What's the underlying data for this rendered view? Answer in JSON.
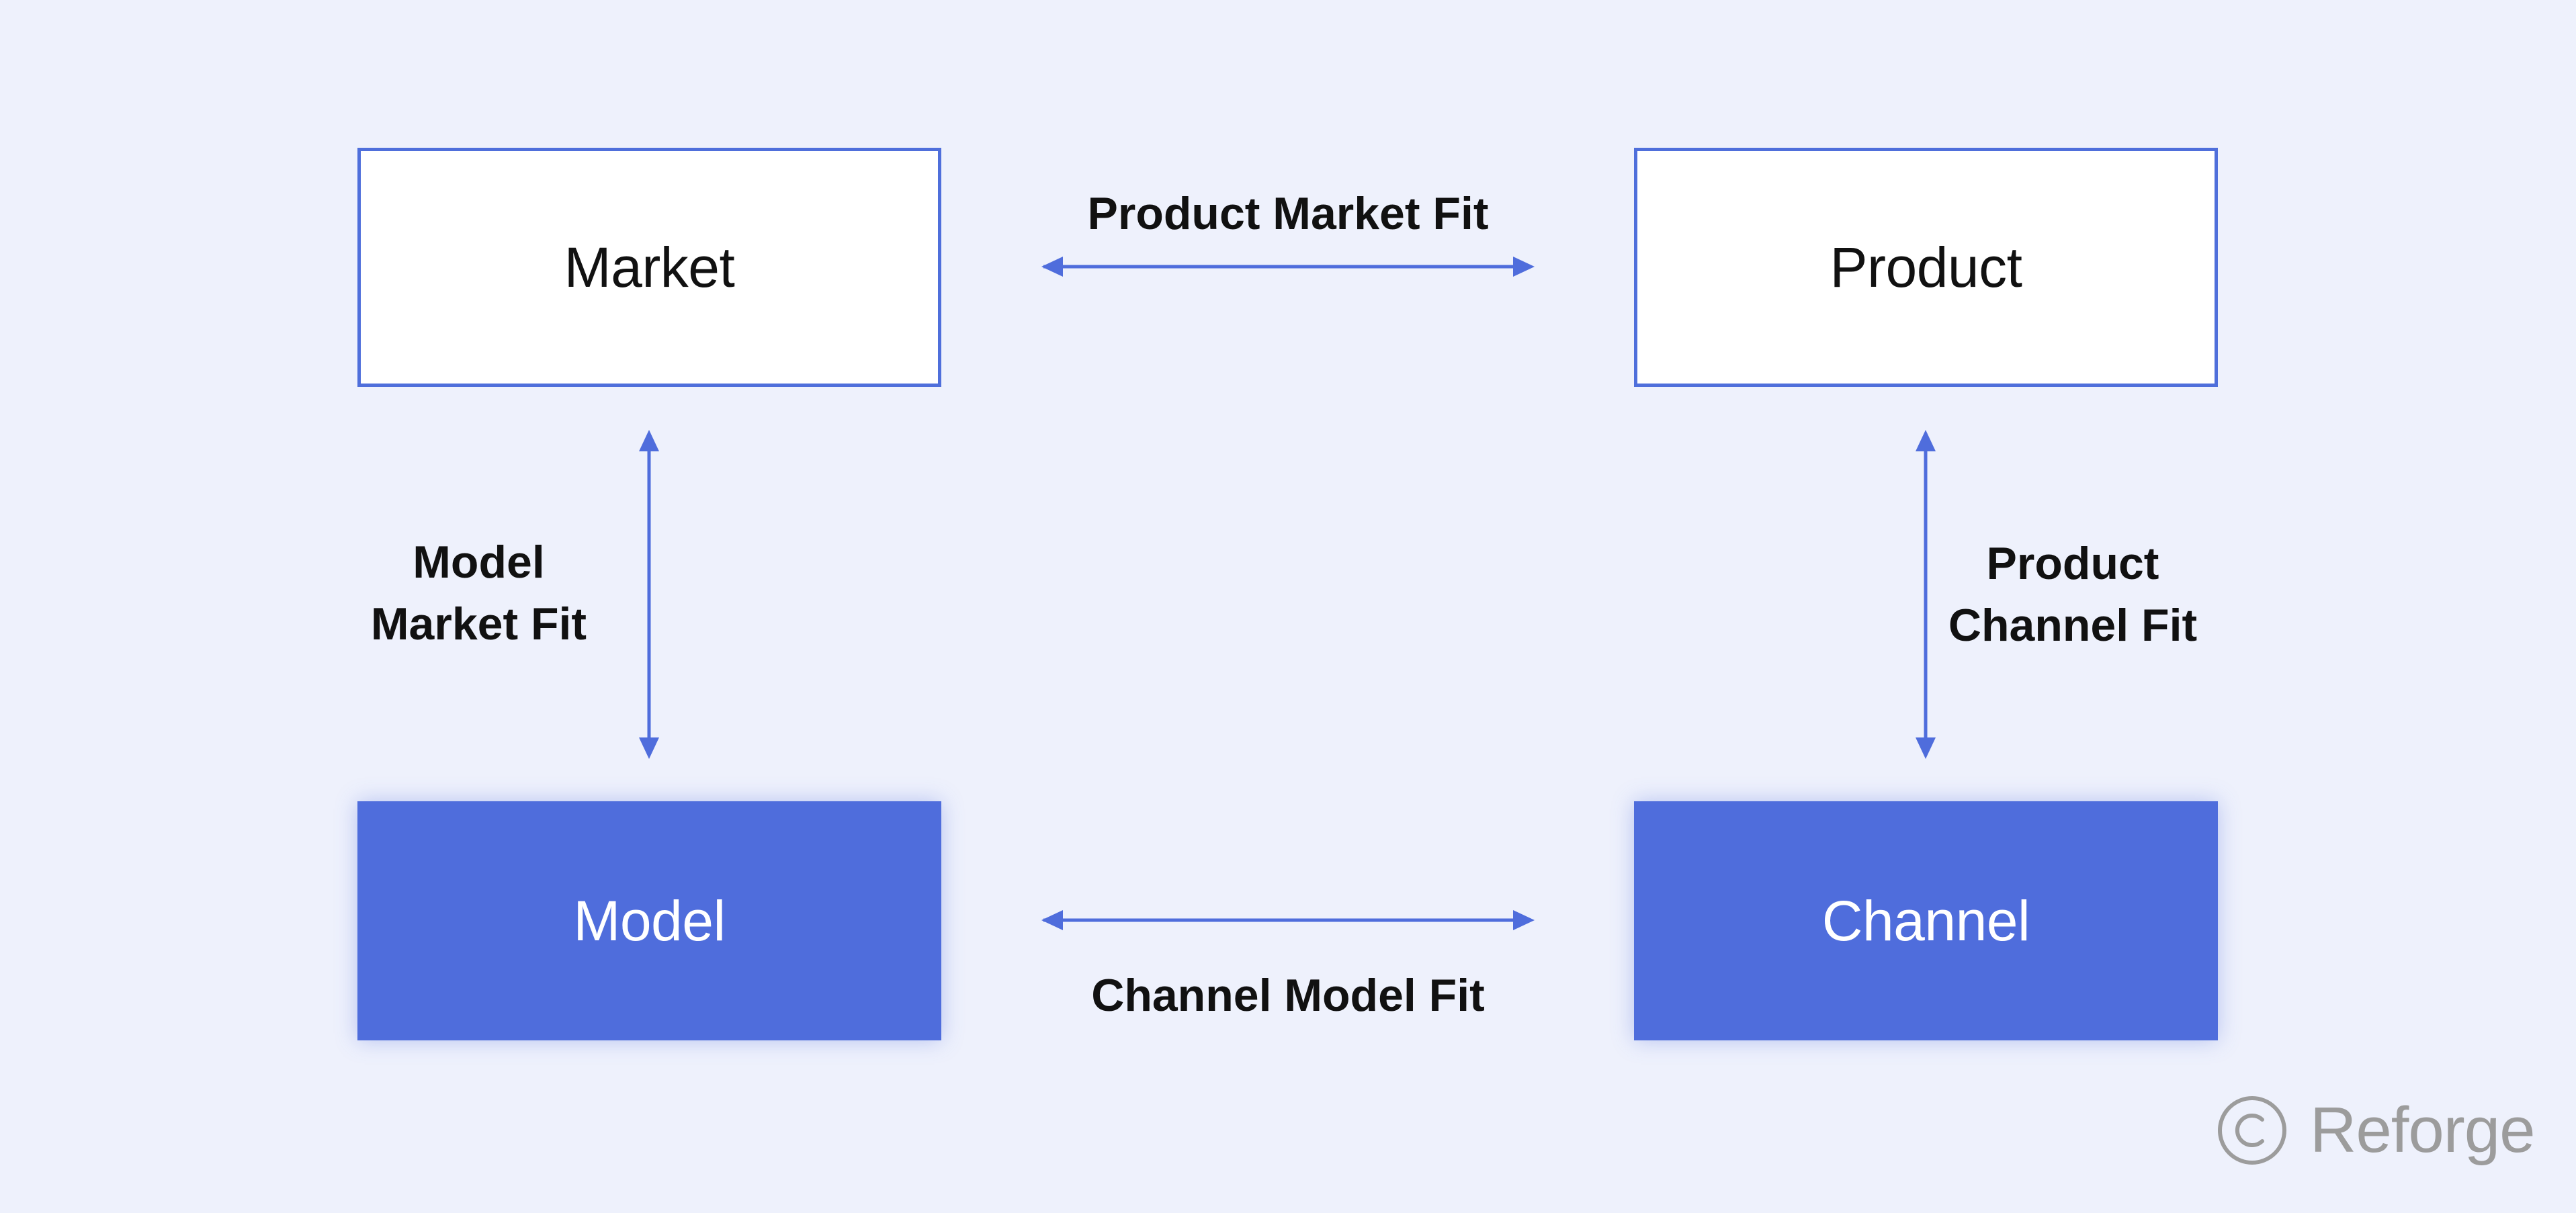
{
  "nodes": {
    "market": "Market",
    "product": "Product",
    "model": "Model",
    "channel": "Channel"
  },
  "fits": {
    "product_market": "Product Market Fit",
    "channel_model": "Channel Model Fit",
    "model_market": [
      "Model",
      "Market Fit"
    ],
    "product_channel": [
      "Product",
      "Channel Fit"
    ]
  },
  "brand": {
    "name": "Reforge",
    "icon": "copyright-circle-icon"
  },
  "colors": {
    "background": "#eef1fc",
    "accent": "#4f6ddc",
    "box_border": "#4f6fdb",
    "logo_gray": "#9c9c9c"
  }
}
